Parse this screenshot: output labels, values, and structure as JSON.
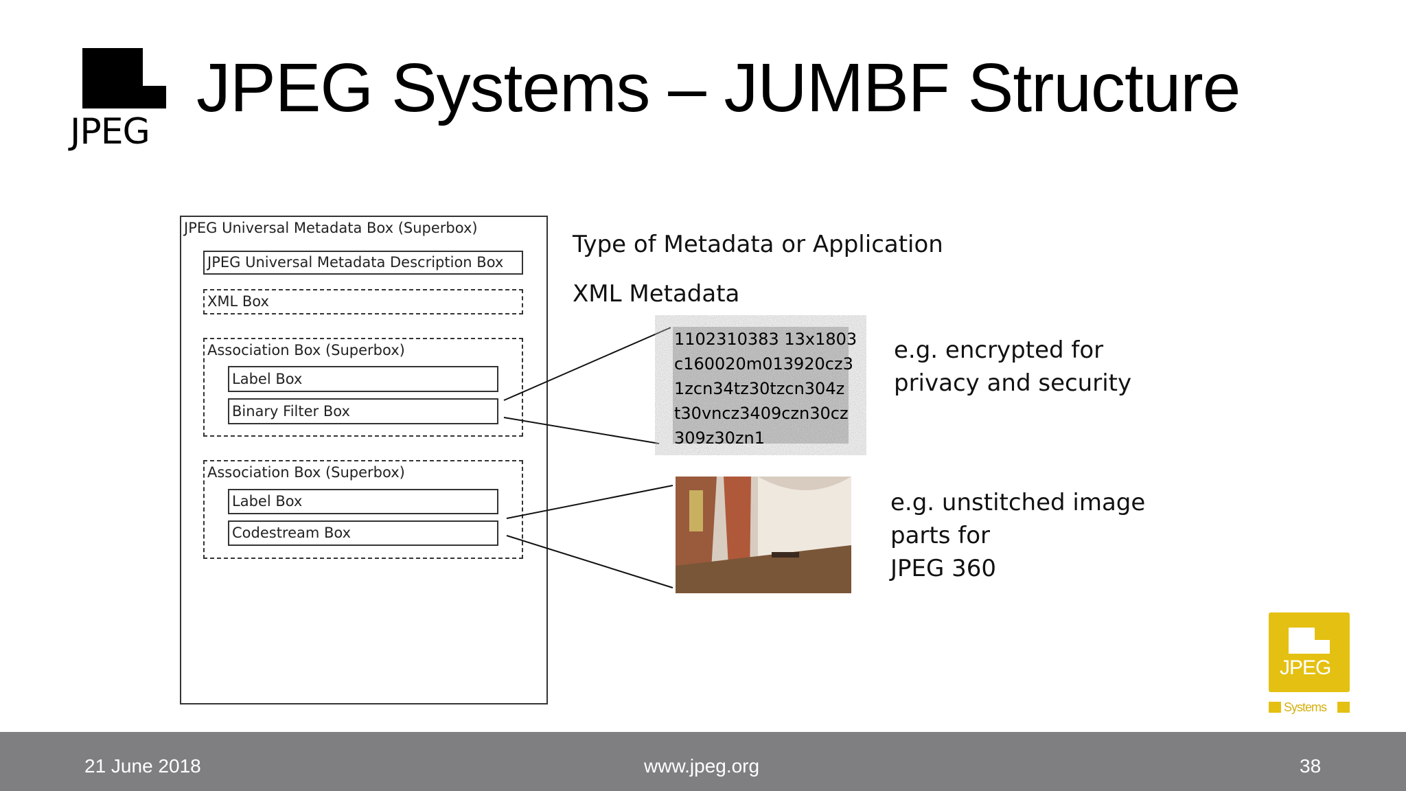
{
  "slide": {
    "title": "JPEG Systems – JUMBF Structure",
    "logo_text": "JPEG",
    "diagram": {
      "superbox_label": "JPEG Universal Metadata Box (Superbox)",
      "description_box": "JPEG Universal Metadata Description Box",
      "xml_box": "XML Box",
      "assoc1": {
        "label": "Association Box (Superbox)",
        "label_box": "Label Box",
        "content_box": "Binary Filter Box"
      },
      "assoc2": {
        "label": "Association Box (Superbox)",
        "label_box": "Label Box",
        "content_box": "Codestream Box"
      }
    },
    "annotations": {
      "type_label": "Type of Metadata or Application",
      "xml_label": "XML Metadata",
      "encrypted_line1": "e.g. encrypted for",
      "encrypted_line2": "privacy and security",
      "unstitched_line1": "e.g. unstitched image",
      "unstitched_line2": "parts for",
      "unstitched_line3": "JPEG 360"
    },
    "encrypted_text": "1102310383 13x1803\nc160020m013920cz3\n1zcn34tz30tzcn304z\nt30vncz3409czn30cz\n309z30zn1",
    "systems_badge": {
      "text": "JPEG",
      "caption": "Systems",
      "color": "#e4c012"
    },
    "footer": {
      "date": "21 June 2018",
      "url": "www.jpeg.org",
      "page": "38",
      "background": "#7f7f82"
    }
  }
}
